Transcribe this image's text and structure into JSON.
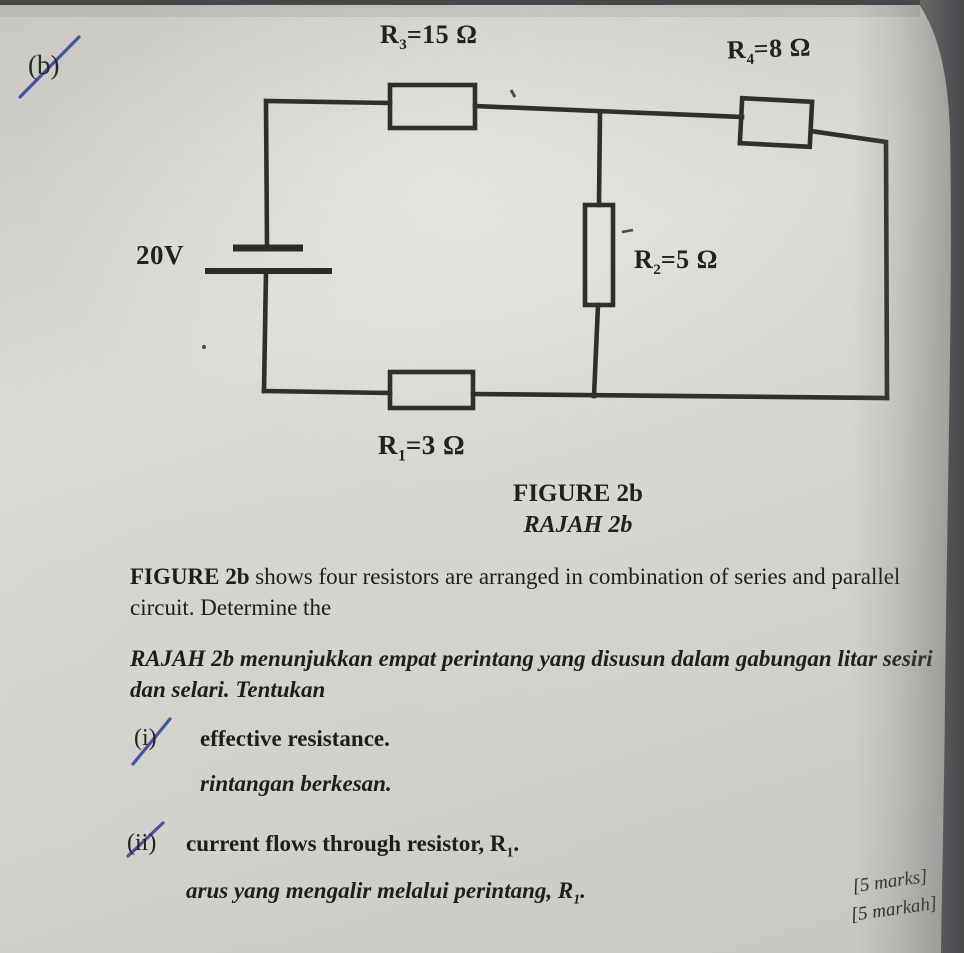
{
  "colors": {
    "ink": "#23221e",
    "wire": "#30302b",
    "pen_blue": "#3c489e",
    "page": "#d7d5d0",
    "edge_dark": "#4e4e51"
  },
  "annotation": {
    "part_label": "(b)"
  },
  "circuit": {
    "battery_label": "20V",
    "resistors": {
      "r3": {
        "sym": "R",
        "sub": "3",
        "val": "=15 Ω"
      },
      "r4": {
        "sym": "R",
        "sub": "4",
        "val": "=8 Ω"
      },
      "r2": {
        "sym": "R",
        "sub": "2",
        "val": "=5 Ω"
      },
      "r1": {
        "sym": "R",
        "sub": "1",
        "val": "=3 Ω"
      }
    }
  },
  "caption": {
    "figure": "FIGURE 2b",
    "rajah": "RAJAH 2b"
  },
  "question": {
    "en": {
      "lead": "FIGURE 2b",
      "rest": " shows four resistors are arranged in combination of series and parallel circuit. Determine the"
    },
    "ms": {
      "lead": "RAJAH 2b",
      "rest": " menunjukkan empat perintang yang disusun dalam gabungan litar sesiri dan selari. Tentukan"
    },
    "items": [
      {
        "num": "(i)",
        "en": "effective resistance.",
        "ms": "rintangan berkesan."
      },
      {
        "num": "(ii)",
        "en_pre": "current flows through resistor, R",
        "en_sub": "1",
        "en_end": ".",
        "ms_pre": "arus yang mengalir melalui perintang, R",
        "ms_sub": "1",
        "ms_end": "."
      }
    ]
  },
  "marks": {
    "en": "[5 marks]",
    "ms": "[5 markah]"
  }
}
